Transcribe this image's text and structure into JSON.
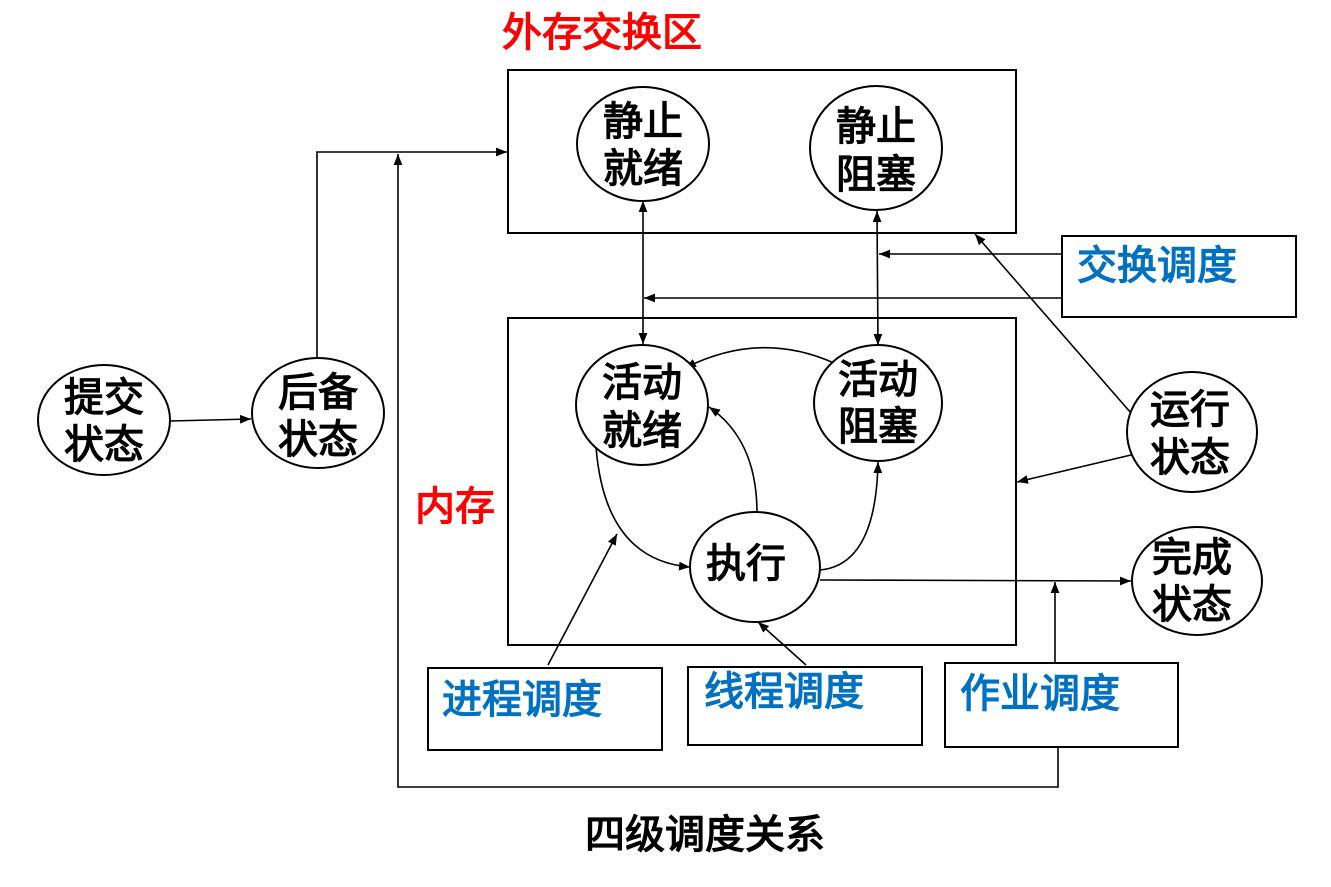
{
  "title": "四级调度关系",
  "regions": {
    "external_swap": "外存交换区",
    "memory": "内存"
  },
  "states": {
    "submit": [
      "提交",
      "状态"
    ],
    "backup": [
      "后备",
      "状态"
    ],
    "static_ready": [
      "静止",
      "就绪"
    ],
    "static_blocked": [
      "静止",
      "阻塞"
    ],
    "active_ready": [
      "活动",
      "就绪"
    ],
    "active_blocked": [
      "活动",
      "阻塞"
    ],
    "executing": [
      "执行"
    ],
    "running": [
      "运行",
      "状态"
    ],
    "finished": [
      "完成",
      "状态"
    ]
  },
  "schedulers": {
    "swap": "交换调度",
    "process": "进程调度",
    "thread": "线程调度",
    "job": "作业调度"
  },
  "colors": {
    "region_label": "#ff0000",
    "scheduler_label": "#0070c0"
  }
}
